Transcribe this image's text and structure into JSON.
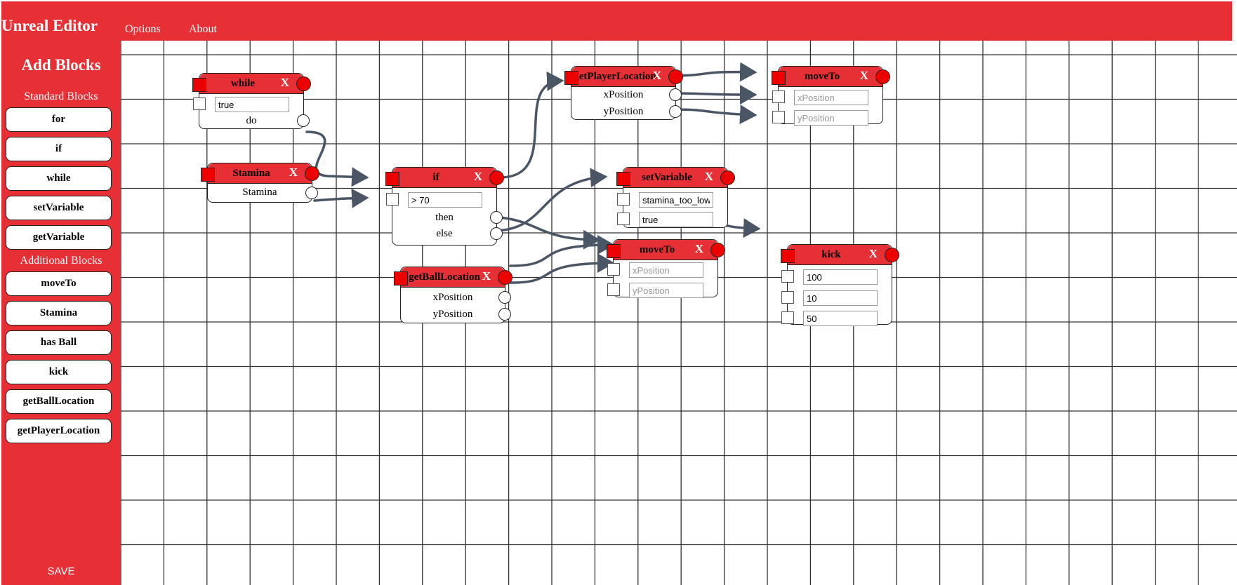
{
  "app": {
    "title": "Unreal Editor"
  },
  "menu": {
    "options": "Options",
    "about": "About"
  },
  "sidebar": {
    "title": "Add Blocks",
    "standard_heading": "Standard Blocks",
    "standard": [
      "for",
      "if",
      "while",
      "setVariable",
      "getVariable"
    ],
    "additional_heading": "Additional Blocks",
    "additional": [
      "moveTo",
      "Stamina",
      "has Ball",
      "kick",
      "getBallLocation",
      "getPlayerLocation"
    ],
    "save": "SAVE"
  },
  "blocks": {
    "while": {
      "title": "while",
      "condition": "true",
      "do_label": "do",
      "close": "X"
    },
    "stamina": {
      "title": "Stamina",
      "output_label": "Stamina",
      "close": "X"
    },
    "if": {
      "title": "if",
      "condition": "> 70",
      "then_label": "then",
      "else_label": "else",
      "close": "X"
    },
    "get_ball_location": {
      "title": "getBallLocation",
      "x_label": "xPosition",
      "y_label": "yPosition",
      "close": "X"
    },
    "get_player_location": {
      "title": "getPlayerLocation",
      "x_label": "xPosition",
      "y_label": "yPosition",
      "close": "X"
    },
    "move_to_top": {
      "title": "moveTo",
      "x_placeholder": "xPosition",
      "y_placeholder": "yPosition",
      "close": "X"
    },
    "set_variable": {
      "title": "setVariable",
      "name_value": "stamina_too_low",
      "value": "true",
      "close": "X"
    },
    "move_to_mid": {
      "title": "moveTo",
      "x_placeholder": "xPosition",
      "y_placeholder": "yPosition",
      "close": "X"
    },
    "kick": {
      "title": "kick",
      "value1": "100",
      "value2": "10",
      "value3": "50",
      "close": "X"
    }
  },
  "colors": {
    "accent": "#e63036",
    "wire": "#4a5666",
    "handle": "#ee0000"
  }
}
